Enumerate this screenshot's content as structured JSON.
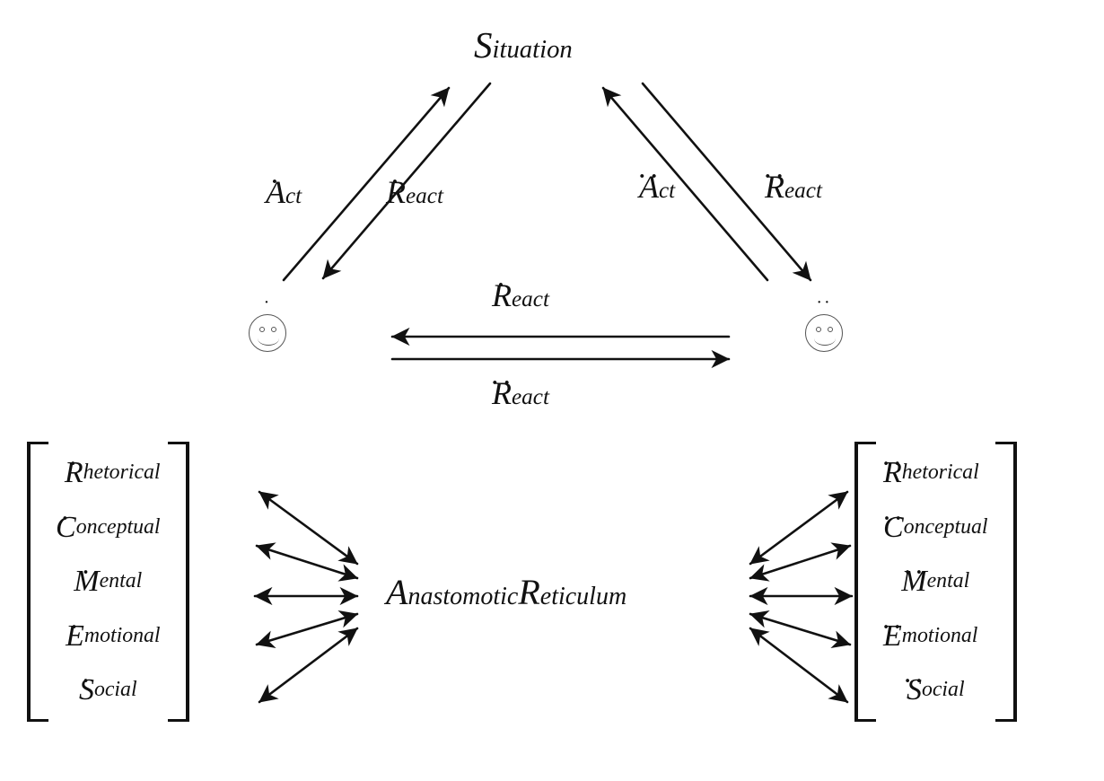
{
  "figure": {
    "type": "diagram",
    "description": "Anastomotic Reticulum interaction diagram",
    "background": "#ffffff",
    "ink": "#111111"
  },
  "top_vertex": {
    "lead": "S",
    "dots": "",
    "sub": "ituation"
  },
  "agents": {
    "left": {
      "name": "agent-left",
      "dots": "·",
      "face": "smiley-face"
    },
    "right": {
      "name": "agent-right",
      "dots": "··",
      "face": "smiley-face"
    }
  },
  "edges": {
    "left_up": {
      "lead": "A",
      "dots": "·",
      "sub": "ct",
      "direction": "toward-situation"
    },
    "left_down": {
      "lead": "R",
      "dots": "·",
      "sub": "eact",
      "direction": "toward-agent-left"
    },
    "right_up": {
      "lead": "A",
      "dots": "··",
      "sub": "ct",
      "direction": "toward-situation"
    },
    "right_down": {
      "lead": "R",
      "dots": "··",
      "sub": "eact",
      "direction": "toward-agent-right"
    },
    "mid_top": {
      "lead": "R",
      "dots": "·",
      "sub": "eact",
      "direction": "right-to-left"
    },
    "mid_bottom": {
      "lead": "R",
      "dots": "··",
      "sub": "eact",
      "direction": "left-to-right"
    }
  },
  "center": {
    "first_lead": "A",
    "first_sub": "nastomotic",
    "second_lead": "R",
    "second_sub": "eticulum"
  },
  "matrix_left": {
    "dots": "·",
    "items": [
      {
        "lead": "R",
        "sub": "hetorical"
      },
      {
        "lead": "C",
        "sub": "onceptual"
      },
      {
        "lead": "M",
        "sub": "ental"
      },
      {
        "lead": "E",
        "sub": "motional"
      },
      {
        "lead": "S",
        "sub": "ocial"
      }
    ]
  },
  "matrix_right": {
    "dots": "··",
    "items": [
      {
        "lead": "R",
        "sub": "hetorical"
      },
      {
        "lead": "C",
        "sub": "onceptual"
      },
      {
        "lead": "M",
        "sub": "ental"
      },
      {
        "lead": "E",
        "sub": "motional"
      },
      {
        "lead": "S",
        "sub": "ocial"
      }
    ]
  }
}
